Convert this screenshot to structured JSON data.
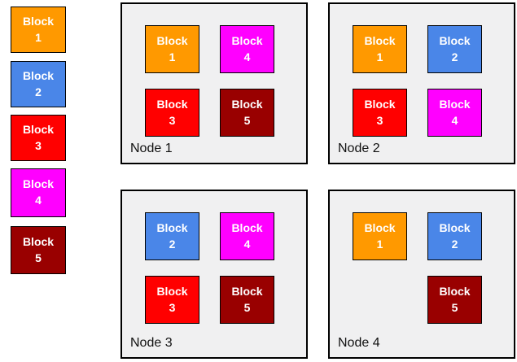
{
  "palette": {
    "orange": "#FF9900",
    "blue": "#4A86E8",
    "red": "#FF0000",
    "magenta": "#FF00FF",
    "dark_red": "#990000",
    "node_background": "#F0F0F1",
    "border": "#000000"
  },
  "legend": {
    "blocks": [
      {
        "label": "Block\n1",
        "color": "#FF9900"
      },
      {
        "label": "Block\n2",
        "color": "#4A86E8"
      },
      {
        "label": "Block\n3",
        "color": "#FF0000"
      },
      {
        "label": "Block\n4",
        "color": "#FF00FF"
      },
      {
        "label": "Block\n5",
        "color": "#990000"
      }
    ]
  },
  "nodes": [
    {
      "label": "Node 1",
      "blocks": {
        "tl": {
          "label": "Block\n1",
          "color": "#FF9900"
        },
        "tr": {
          "label": "Block\n4",
          "color": "#FF00FF"
        },
        "bl": {
          "label": "Block\n3",
          "color": "#FF0000"
        },
        "br": {
          "label": "Block\n5",
          "color": "#990000"
        }
      }
    },
    {
      "label": "Node 2",
      "blocks": {
        "tl": {
          "label": "Block\n1",
          "color": "#FF9900"
        },
        "tr": {
          "label": "Block\n2",
          "color": "#4A86E8"
        },
        "bl": {
          "label": "Block\n3",
          "color": "#FF0000"
        },
        "br": {
          "label": "Block\n4",
          "color": "#FF00FF"
        }
      }
    },
    {
      "label": "Node 3",
      "blocks": {
        "tl": {
          "label": "Block\n2",
          "color": "#4A86E8"
        },
        "tr": {
          "label": "Block\n4",
          "color": "#FF00FF"
        },
        "bl": {
          "label": "Block\n3",
          "color": "#FF0000"
        },
        "br": {
          "label": "Block\n5",
          "color": "#990000"
        }
      }
    },
    {
      "label": "Node 4",
      "blocks": {
        "tl": {
          "label": "Block\n1",
          "color": "#FF9900"
        },
        "tr": {
          "label": "Block\n2",
          "color": "#4A86E8"
        },
        "br": {
          "label": "Block\n5",
          "color": "#990000"
        }
      }
    }
  ]
}
